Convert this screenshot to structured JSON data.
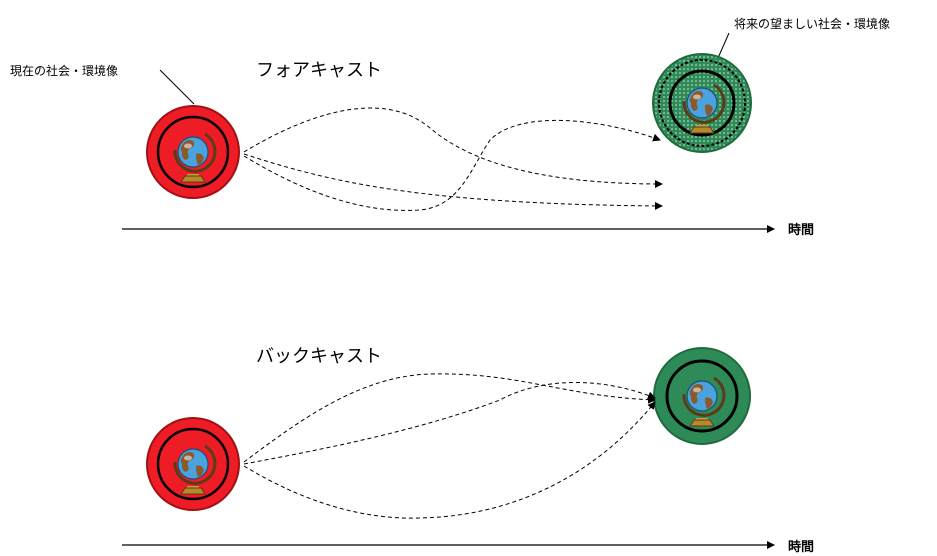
{
  "labels": {
    "current_state": "現在の社会・環境像",
    "future_state": "将来の望ましい社会・環境像",
    "forecast_title": "フォアキャスト",
    "backcast_title": "バックキャスト",
    "time_axis": "時間"
  },
  "colors": {
    "present_fill": "#ee1c24",
    "future_fill": "#2e8b57",
    "future_fill_light": "#49a06a",
    "ocean": "#4aa3df",
    "land": "#8a5a2b"
  },
  "icons": {
    "globe": "globe-icon",
    "arrow": "arrowhead-icon"
  }
}
